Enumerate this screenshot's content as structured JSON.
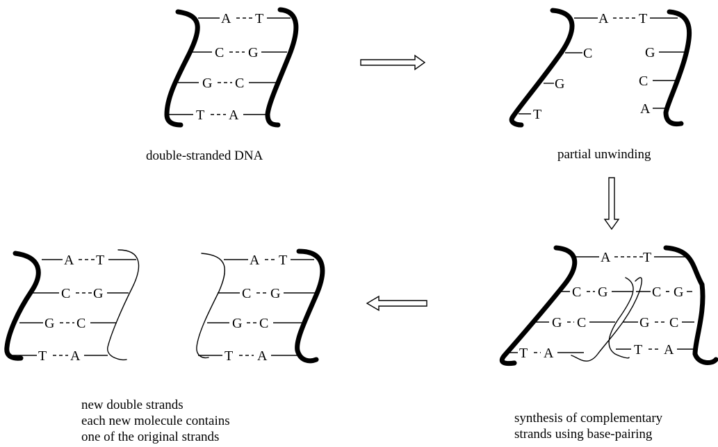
{
  "panels": {
    "double_stranded": {
      "caption": "double-stranded DNA",
      "pairs": [
        {
          "left": "A",
          "right": "T"
        },
        {
          "left": "C",
          "right": "G"
        },
        {
          "left": "G",
          "right": "C"
        },
        {
          "left": "T",
          "right": "A"
        }
      ]
    },
    "unwinding": {
      "caption": "partial unwinding",
      "top_pair": {
        "left": "A",
        "right": "T"
      },
      "left_bases": [
        "C",
        "G",
        "T"
      ],
      "right_bases": [
        "G",
        "C",
        "A"
      ]
    },
    "synthesis": {
      "caption_lines": [
        "synthesis of complementary",
        "strands using base-pairing"
      ],
      "top_pair": {
        "left": "A",
        "right": "T"
      },
      "left_pairs": [
        {
          "left": "C",
          "right": "G"
        },
        {
          "left": "G",
          "right": "C"
        },
        {
          "left": "T",
          "right": "A"
        }
      ],
      "right_pairs": [
        {
          "left": "C",
          "right": "G"
        },
        {
          "left": "G",
          "right": "C"
        },
        {
          "left": "T",
          "right": "A"
        }
      ]
    },
    "new_strands": {
      "caption_lines": [
        "new double strands",
        "each new molecule contains",
        "one of the original strands"
      ],
      "molecule_left_pairs": [
        {
          "left": "A",
          "right": "T"
        },
        {
          "left": "C",
          "right": "G"
        },
        {
          "left": "G",
          "right": "C"
        },
        {
          "left": "T",
          "right": "A"
        }
      ],
      "molecule_right_pairs": [
        {
          "left": "A",
          "right": "T"
        },
        {
          "left": "C",
          "right": "G"
        },
        {
          "left": "G",
          "right": "C"
        },
        {
          "left": "T",
          "right": "A"
        }
      ]
    }
  }
}
